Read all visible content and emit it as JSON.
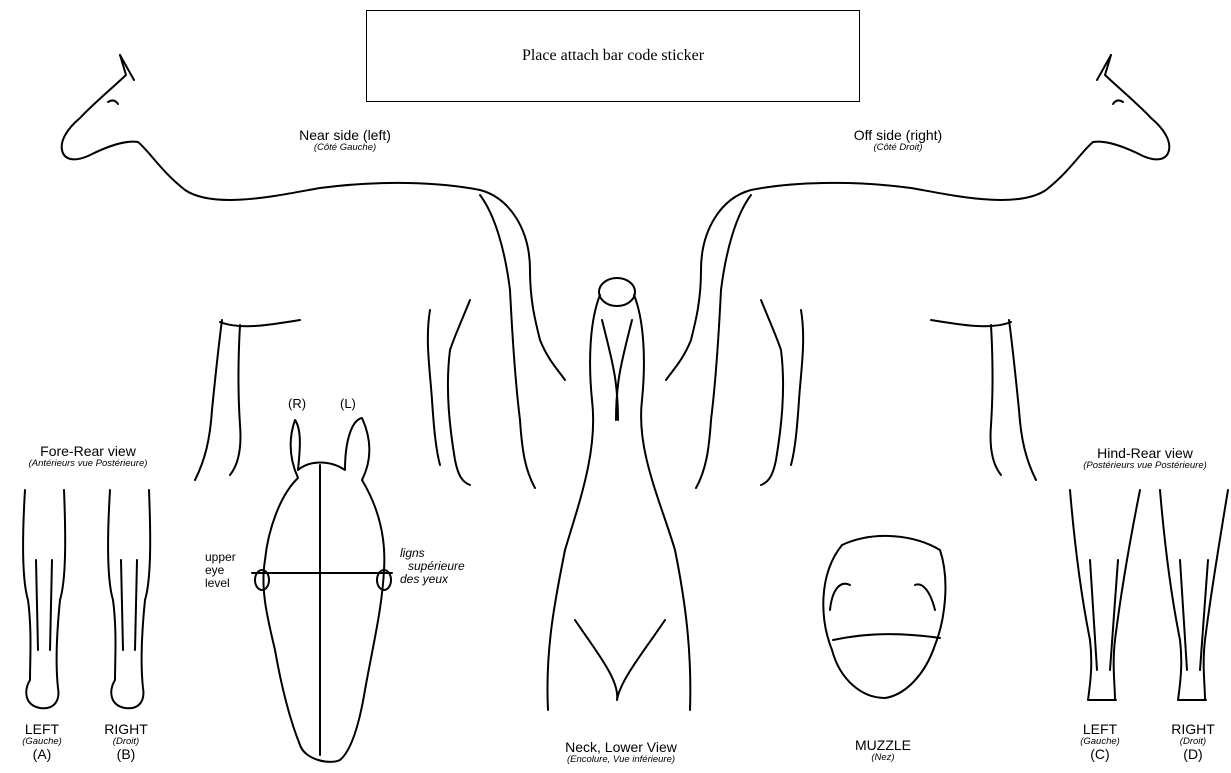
{
  "barcode_box": {
    "text": "Place attach bar code sticker"
  },
  "near_side": {
    "title": "Near side (left)",
    "subtitle": "(Côté Gauche)"
  },
  "off_side": {
    "title": "Off side (right)",
    "subtitle": "(Côté Droit)"
  },
  "head": {
    "right_ear": "(R)",
    "left_ear": "(L)",
    "eye_level_lines": [
      "upper",
      "eye",
      "level"
    ],
    "eye_level_lines_fr": [
      "ligns",
      "supérieure",
      "des yeux"
    ]
  },
  "fore_rear": {
    "title": "Fore-Rear view",
    "subtitle": "(Antérieurs vue Postérieure)",
    "left": {
      "label": "LEFT",
      "sub": "(Gauche)",
      "letter": "(A)"
    },
    "right": {
      "label": "RIGHT",
      "sub": "(Droit)",
      "letter": "(B)"
    }
  },
  "hind_rear": {
    "title": "Hind-Rear view",
    "subtitle": "(Postérieurs vue Postérieure)",
    "left": {
      "label": "LEFT",
      "sub": "(Gauche)",
      "letter": "(C)"
    },
    "right": {
      "label": "RIGHT",
      "sub": "(Droit)",
      "letter": "(D)"
    }
  },
  "neck": {
    "title": "Neck, Lower View",
    "subtitle": "(Encolure, Vue inférieure)"
  },
  "muzzle": {
    "title": "MUZZLE",
    "subtitle": "(Nez)"
  }
}
